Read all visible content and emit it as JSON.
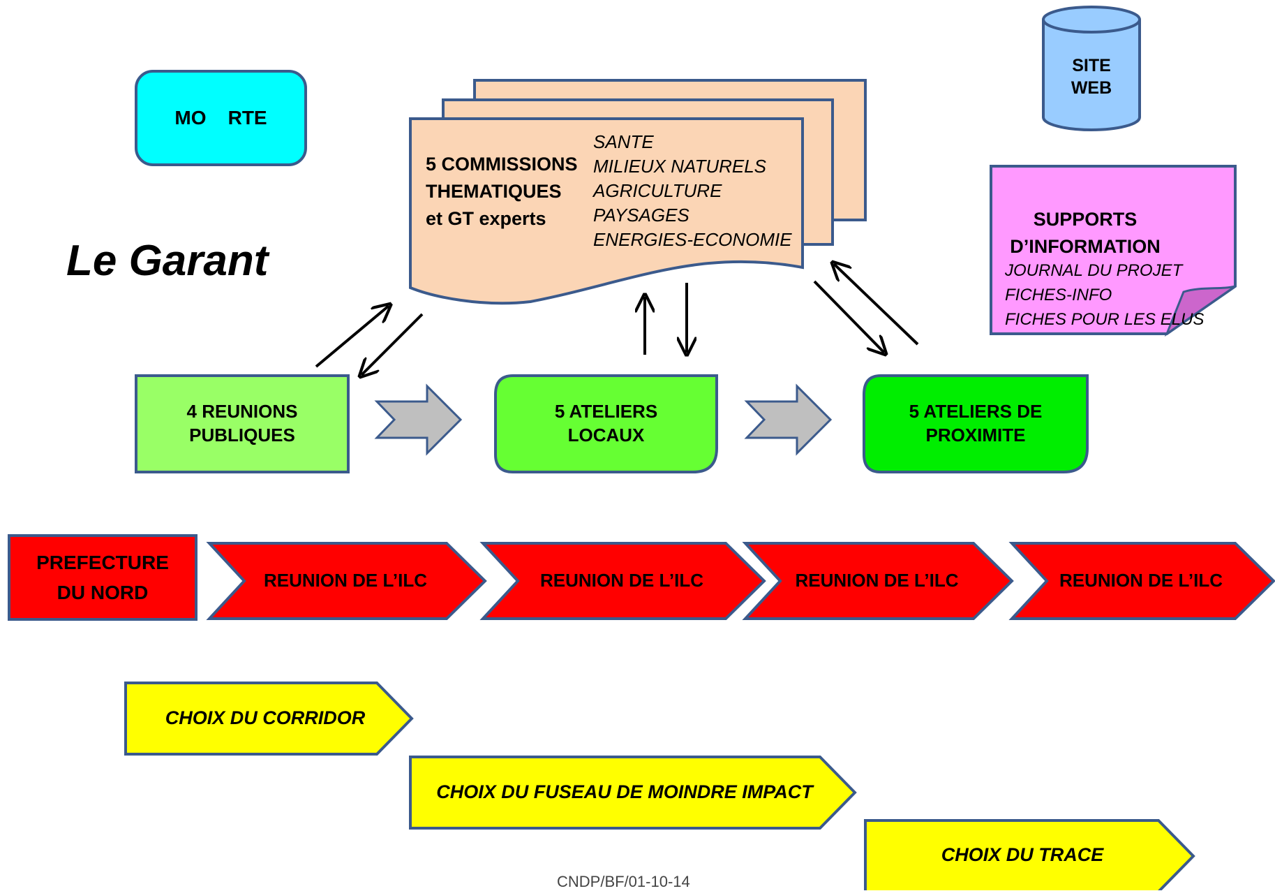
{
  "mo_box": {
    "label": "MO    RTE"
  },
  "site_web": {
    "line1": "SITE",
    "line2": "WEB"
  },
  "commissions": {
    "title_lines": [
      "5 COMMISSIONS",
      "THEMATIQUES",
      "et GT experts"
    ],
    "topics": [
      "SANTE",
      "MILIEUX NATURELS",
      "AGRICULTURE",
      "PAYSAGES",
      "ENERGIES-ECONOMIE"
    ]
  },
  "garant": {
    "label": "Le Garant"
  },
  "supports": {
    "title_lines": [
      "SUPPORTS",
      "D’INFORMATION"
    ],
    "items": [
      "JOURNAL DU PROJET",
      "FICHES-INFO",
      "FICHES POUR LES ELUS"
    ]
  },
  "meetings": [
    {
      "line1": "4 REUNIONS",
      "line2": "PUBLIQUES"
    },
    {
      "line1": "5 ATELIERS",
      "line2": "LOCAUX"
    },
    {
      "line1": "5 ATELIERS DE",
      "line2": "PROXIMITE"
    }
  ],
  "prefecture": {
    "line1": "PREFECTURE",
    "line2": "DU NORD"
  },
  "ilc_steps": [
    "REUNION DE L’ILC",
    "REUNION DE L’ILC",
    "REUNION DE L’ILC",
    "REUNION DE L’ILC"
  ],
  "choices": [
    "CHOIX DU CORRIDOR",
    "CHOIX DU FUSEAU DE MOINDRE IMPACT",
    "CHOIX DU TRACE"
  ],
  "footer": {
    "text": "CNDP/BF/01-10-14"
  },
  "colors": {
    "border": "#3b5a8c",
    "cyan": "#00ffff",
    "peach": "#fbd5b5",
    "site_blue": "#99ccff",
    "pink": "#ff99ff",
    "pink_fold": "#cc66cc",
    "green_light": "#99ff66",
    "green_mid": "#66ff33",
    "green_bright": "#00ee00",
    "gray_arrow": "#bfbfbf",
    "red": "#ff0000",
    "yellow": "#ffff00"
  }
}
